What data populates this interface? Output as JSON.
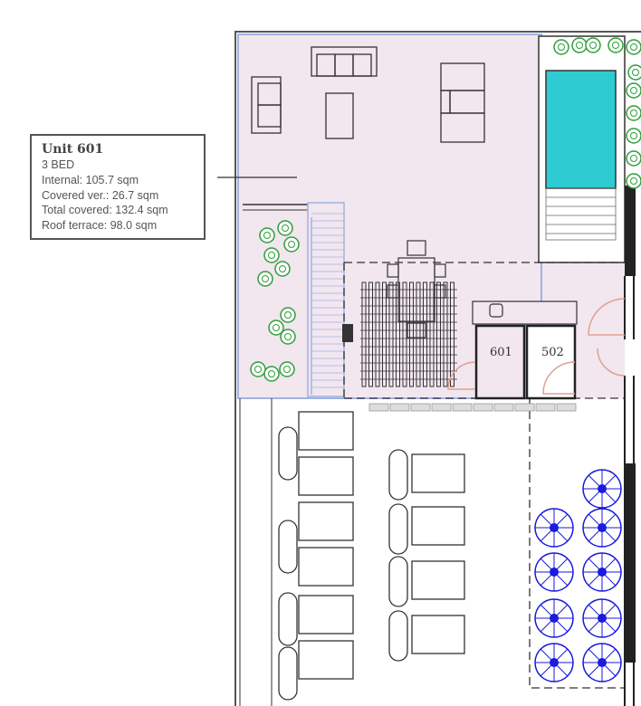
{
  "unit_card": {
    "title": "Unit 601",
    "bedrooms": "3 BED",
    "internal": "Internal: 105.7 sqm",
    "covered_veranda": "Covered ver.: 26.7 sqm",
    "total_covered": "Total covered: 132.4 sqm",
    "roof_terrace": "Roof terrace: 98.0 sqm"
  },
  "rooms": [
    {
      "label": "601"
    },
    {
      "label": "502"
    }
  ],
  "colors": {
    "terrace_fill": "#f2e6ef",
    "pool": "#2fcbd3",
    "wall": "#222222",
    "plant_green": "#2e9e3a",
    "plant_blue": "#1a1ae0",
    "terrace_outline": "#9fb3e0"
  }
}
